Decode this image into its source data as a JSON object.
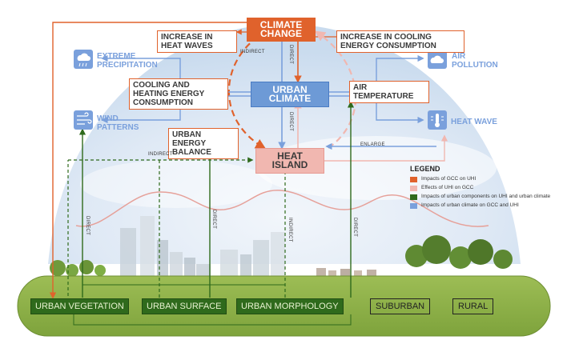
{
  "nodes": {
    "climate_change": "CLIMATE CHANGE",
    "urban_climate": "URBAN CLIMATE",
    "heat_island": "HEAT ISLAND",
    "increase_heat_waves": "INCREASE IN HEAT WAVES",
    "increase_cooling": "INCREASE IN COOLING ENERGY CONSUMPTION",
    "cooling_heating": "COOLING AND HEATING ENERGY CONSUMPTION",
    "air_temperature": "AIR TEMPERATURE",
    "urban_energy_balance": "URBAN ENERGY BALANCE"
  },
  "climate_items": {
    "extreme_precipitation": "EXTREME PRECIPITATION",
    "air_pollution": "AIR POLLUTION",
    "wind_patterns": "WIND PATTERNS",
    "heat_wave": "HEAT WAVE"
  },
  "connector_labels": {
    "indirect_top": "INDIRECT",
    "indirect_left": "INDIRECT",
    "indirect_right": "INDIRECT",
    "direct_top": "DIRECT",
    "direct_mid": "DIRECT",
    "direct_left": "DIRECT",
    "direct_center": "DIRECT",
    "direct_right": "DIRECT",
    "enlarge": "ENLARGE"
  },
  "legend": {
    "title": "LEGEND",
    "items": [
      {
        "label": "Impacts of GCC on UHI",
        "color": "#e0622c"
      },
      {
        "label": "Effects of UHI on GCC",
        "color": "#f1b7b0"
      },
      {
        "label": "Impacts of urban components on UHI and urban climate",
        "color": "#2f6a1c"
      },
      {
        "label": "Impacts of urban climate on GCC and UHI",
        "color": "#7aa0dc"
      }
    ]
  },
  "components": {
    "urban_vegetation": "URBAN VEGETATION",
    "urban_surface": "URBAN SURFACE",
    "urban_morphology": "URBAN MORPHOLOGY",
    "suburban": "SUBURBAN",
    "rural": "RURAL"
  },
  "icons": {
    "precipitation": "cloud-rain-icon",
    "pollution": "cloud-icon",
    "wind": "wind-icon",
    "heatwave": "thermometer-icon"
  },
  "colors": {
    "gcc_orange": "#e0622c",
    "uhi_pink": "#f1b7b0",
    "component_green": "#2f6a1c",
    "climate_blue": "#7aa0dc",
    "ground_green": "#8fb34a"
  }
}
